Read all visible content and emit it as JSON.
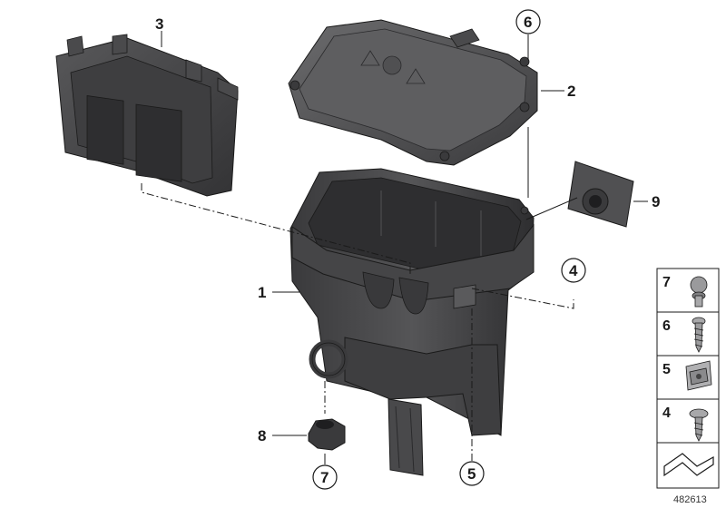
{
  "callouts": {
    "c1": "1",
    "c2": "2",
    "c3": "3",
    "c4": "4",
    "c5": "5",
    "c6": "6",
    "c7": "7",
    "c8": "8",
    "c9": "9"
  },
  "parts_list": [
    "7",
    "6",
    "5",
    "4"
  ],
  "document_id": "482613",
  "colors": {
    "part_fill": "#4a4a4c",
    "part_dark": "#2c2c2e",
    "part_light": "#6a6a6c",
    "line": "#1a1a1a"
  }
}
